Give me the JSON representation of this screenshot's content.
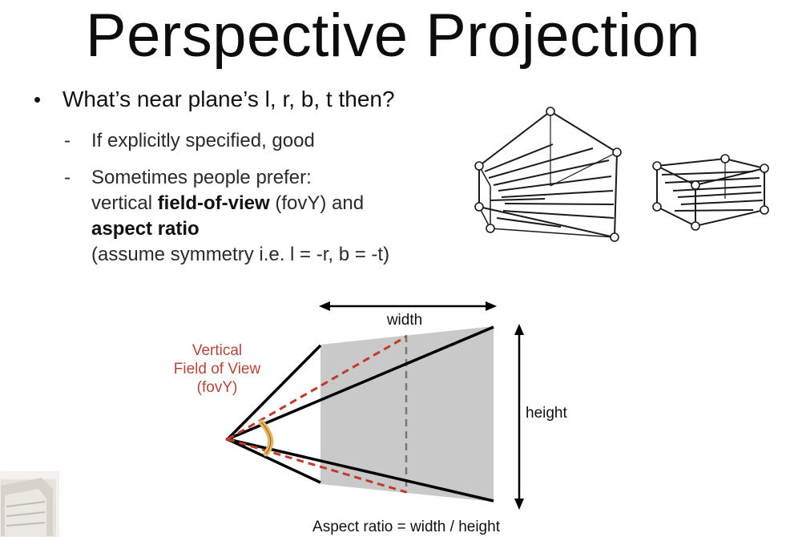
{
  "slide": {
    "title": "Perspective Projection",
    "bullet": "What’s near plane’s l, r, b, t then?",
    "sub_items": [
      {
        "text": "If explicitly specified, good"
      },
      {
        "line1": "Sometimes people prefer:",
        "line2_pre": "vertical ",
        "line2_bold": "field-of-view",
        "line2_post": " (fovY) and",
        "line3_bold": "aspect ratio",
        "line4": "(assume symmetry i.e. l = -r, b = -t)"
      }
    ]
  },
  "figure": {
    "fov_label": [
      "Vertical",
      "Field of View",
      "(fovY)"
    ],
    "width_label": "width",
    "height_label": "height",
    "aspect_label": "Aspect ratio = width / height",
    "colors": {
      "fov_text": "#b5463a",
      "dashed": "#c0392b",
      "plane_fill": "#c8c8c8",
      "arc": "#e8b867",
      "lines": "#000000"
    }
  },
  "icons": {
    "near_frustum": "frustum-icon",
    "ortho_box": "cuboid-icon",
    "corner_photo": "speaker-thumbnail"
  }
}
